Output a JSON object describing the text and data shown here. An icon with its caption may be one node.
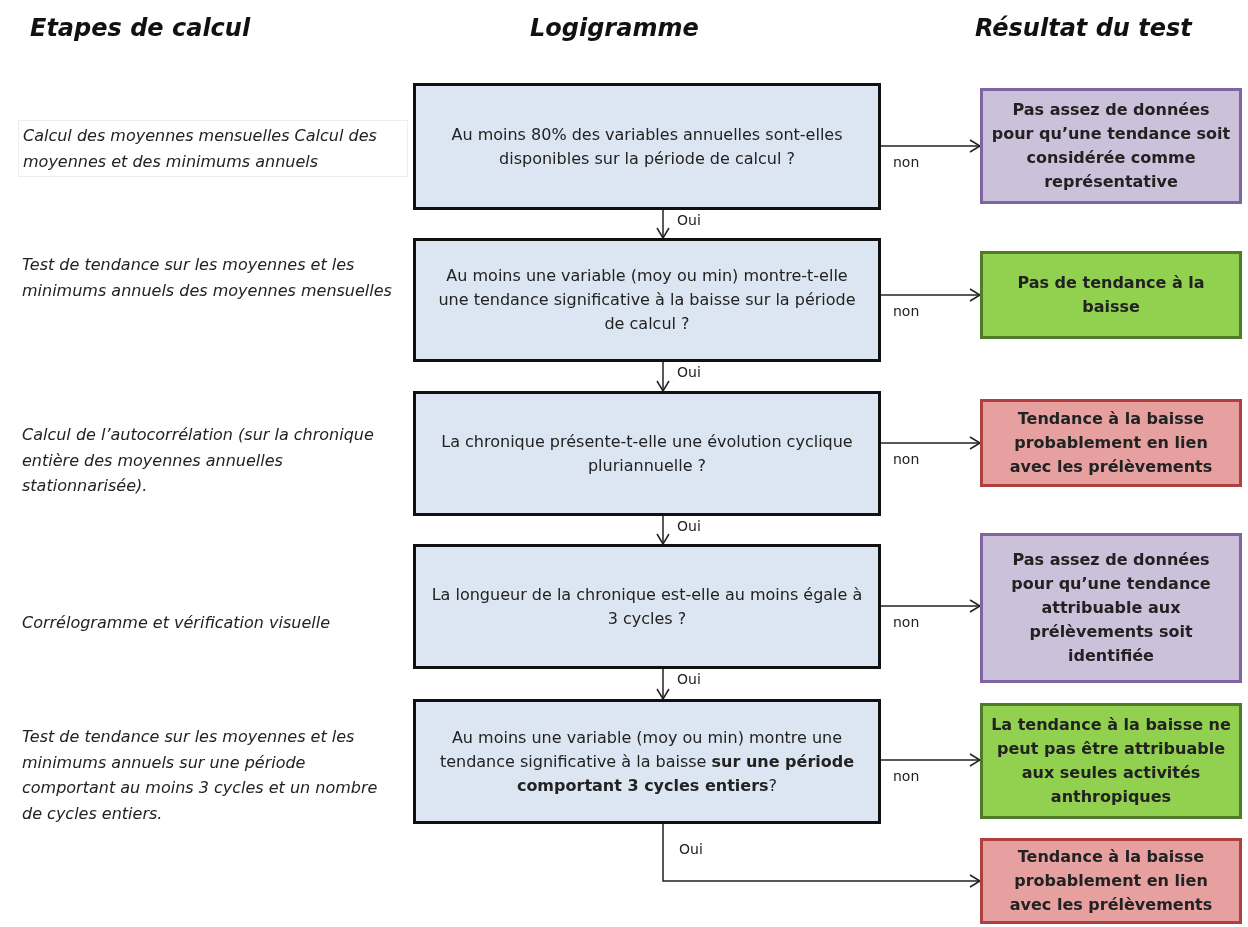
{
  "diagram": {
    "nodes": [
      {
        "text": [
          "Au moins 80% des variables annuelles  sont-elles disponibles sur la période de calcul ?"
        ]
      },
      {
        "text": [
          "Au moins une variable (moy ou min) montre-t-elle une tendance significative  à la baisse  sur la période de calcul ?"
        ]
      },
      {
        "text": [
          "La chronique présente-t-elle une évolution cyclique pluriannuelle ?"
        ]
      },
      {
        "text": [
          "La longueur de la chronique est-elle  au moins égale à 3 cycles ?"
        ]
      },
      {
        "text": [
          "Au moins une variable (moy ou min) montre une tendance significative  à la baisse **sur une période comportant 3 cycles entiers**?"
        ]
      },
      {
        "text": [
          "Pas assez de données pour qu’une tendance soit considérée comme représentative"
        ]
      },
      {
        "text": [
          "Pas de tendance à la baisse"
        ]
      },
      {
        "text": [
          "Tendance à la baisse probablement en lien avec les prélèvements"
        ]
      },
      {
        "text": [
          "Pas assez de données pour qu’une tendance attribuable aux prélèvements soit identifiée"
        ]
      },
      {
        "text": [
          "La tendance à la baisse ne peut pas être attribuable aux seules activités anthropiques"
        ]
      },
      {
        "text": [
          "Tendance à la baisse probablement en lien avec les prélèvements"
        ]
      }
    ],
    "edges": [
      {
        "from": 0,
        "to": 1,
        "arrow": "to",
        "label": "Oui"
      },
      {
        "from": 0,
        "to": 5,
        "arrow": "to",
        "label": "non"
      },
      {
        "from": 1,
        "to": 2,
        "arrow": "to",
        "label": "Oui"
      },
      {
        "from": 1,
        "to": 6,
        "arrow": "to",
        "label": "non"
      },
      {
        "from": 2,
        "to": 3,
        "arrow": "to",
        "label": "Oui"
      },
      {
        "from": 2,
        "to": 7,
        "arrow": "to",
        "label": "non"
      },
      {
        "from": 3,
        "to": 4,
        "arrow": "to",
        "label": "Oui"
      },
      {
        "from": 3,
        "to": 8,
        "arrow": "to",
        "label": "non"
      },
      {
        "from": 4,
        "to": 9,
        "arrow": "to",
        "label": "non"
      },
      {
        "from": 4,
        "to": 10,
        "arrow": "to",
        "label": "Oui"
      }
    ],
    "labels": [
      "Etapes de calcul",
      "Logigramme",
      "Résultat du test",
      "Calcul des moyennes mensuelles Calcul des moyennes et des minimums annuels",
      "Test de tendance sur les moyennes et les minimums annuels des moyennes mensuelles",
      "Calcul de l’autocorrélation (sur la chronique entière des moyennes annuelles stationnarisée).",
      "Corrélogramme et vérification  visuelle",
      "Test de tendance sur les moyennes et les minimums annuels sur une période comportant au moins 3 cycles et un nombre de cycles entiers."
    ]
  }
}
